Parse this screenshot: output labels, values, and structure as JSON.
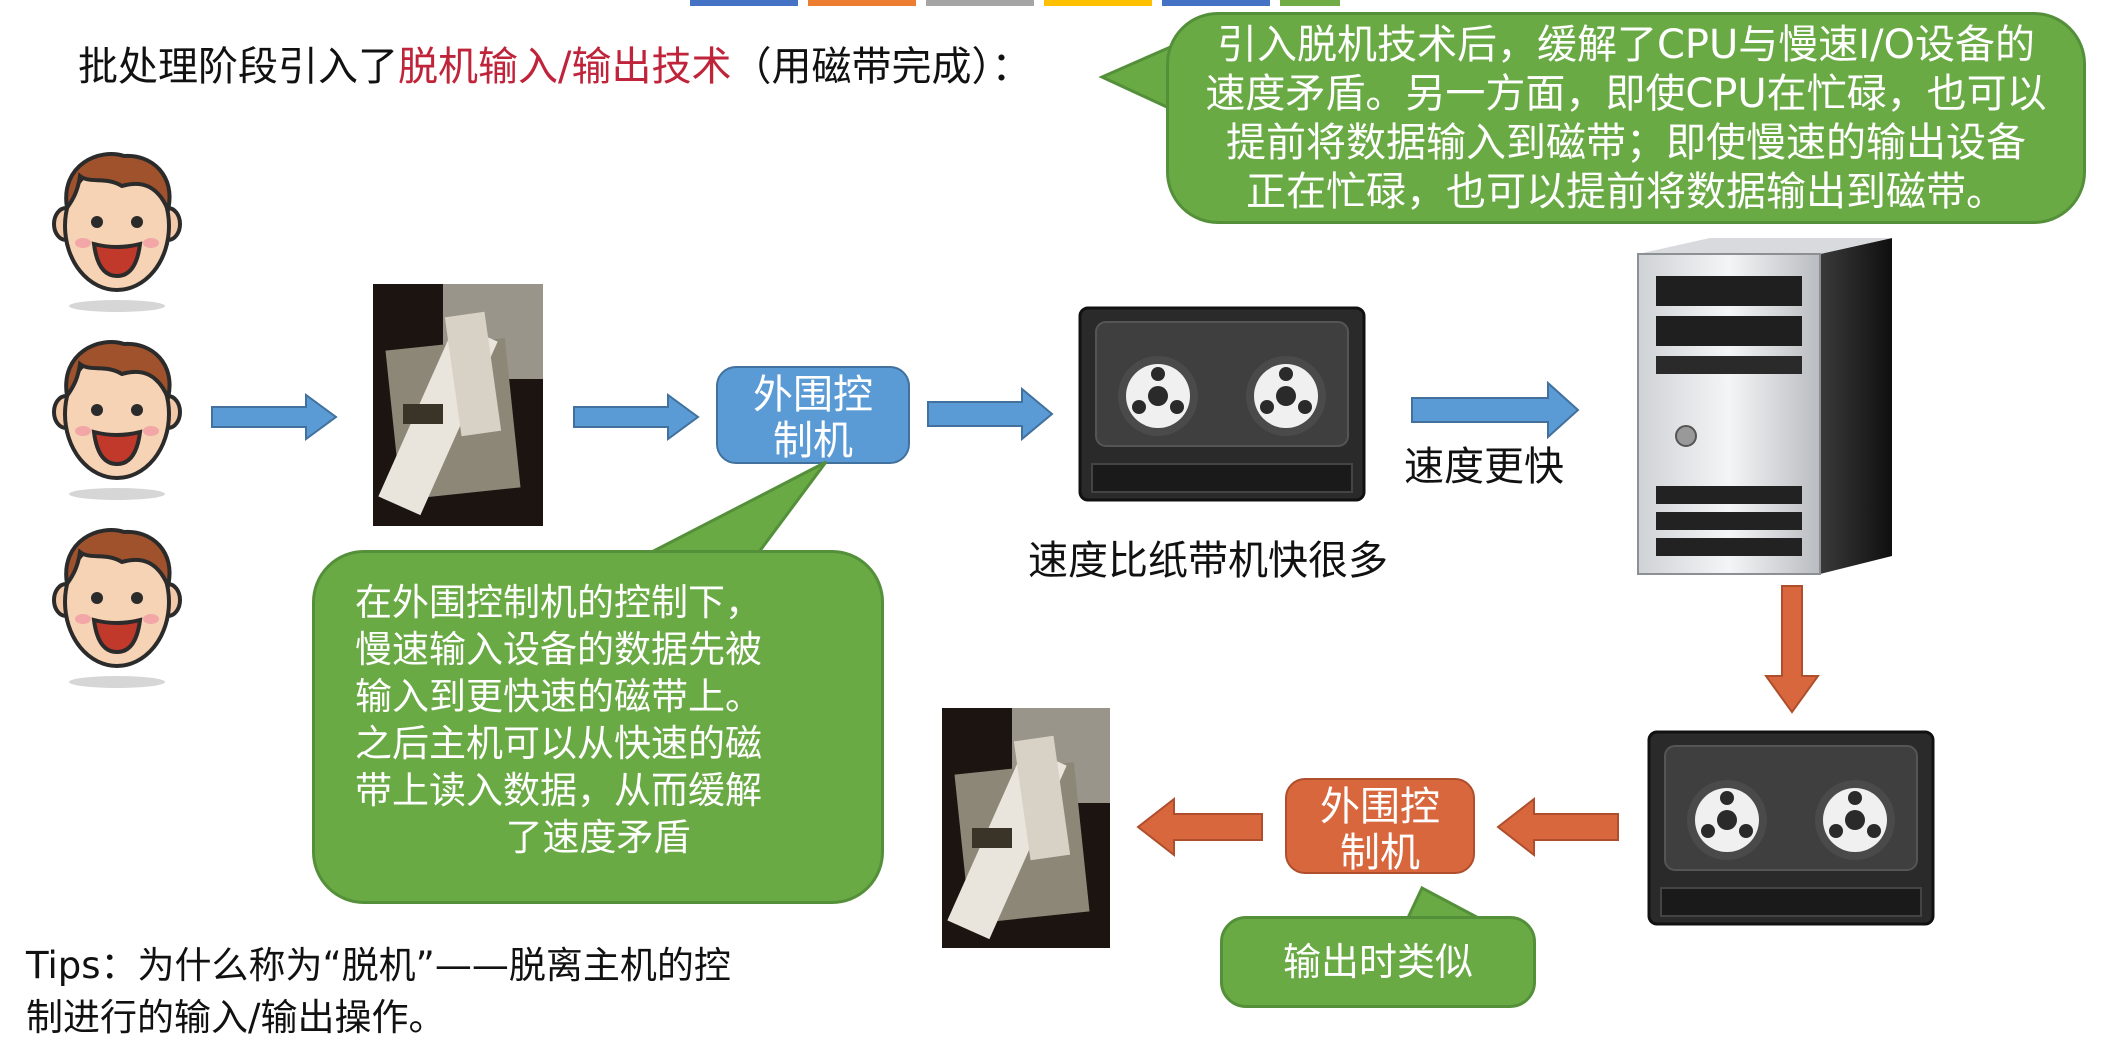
{
  "title": {
    "prefix": "批处理阶段引入了",
    "highlight": "脱机输入/输出技术",
    "suffix": "（用磁带完成）："
  },
  "callouts": {
    "top": [
      "引入脱机技术后，缓解了CPU与慢速I/O设备的",
      "速度矛盾。另一方面，即使CPU在忙碌，也可以",
      "提前将数据输入到磁带；即使慢速的输出设备",
      "正在忙碌，也可以提前将数据输出到磁带。"
    ],
    "middle": [
      "在外围控制机的控制下，",
      "慢速输入设备的数据先被",
      "输入到更快速的磁带上。",
      "之后主机可以从快速的磁",
      "带上读入数据，从而缓解",
      "了速度矛盾"
    ],
    "output": "输出时类似"
  },
  "controllers": {
    "input": [
      "外围控",
      "制机"
    ],
    "output": [
      "外围控",
      "制机"
    ]
  },
  "labels": {
    "tape_speed": "速度比纸带机快很多",
    "faster": "速度更快"
  },
  "tips": [
    "Tips：为什么称为“脱机”——脱离主机的控",
    "制进行的输入/输出操作。"
  ],
  "colors": {
    "blue_arrow": "#5b9bd5",
    "orange_arrow": "#d9673e",
    "callout_green": "#6aaa45",
    "highlight_red": "#c0243a"
  }
}
